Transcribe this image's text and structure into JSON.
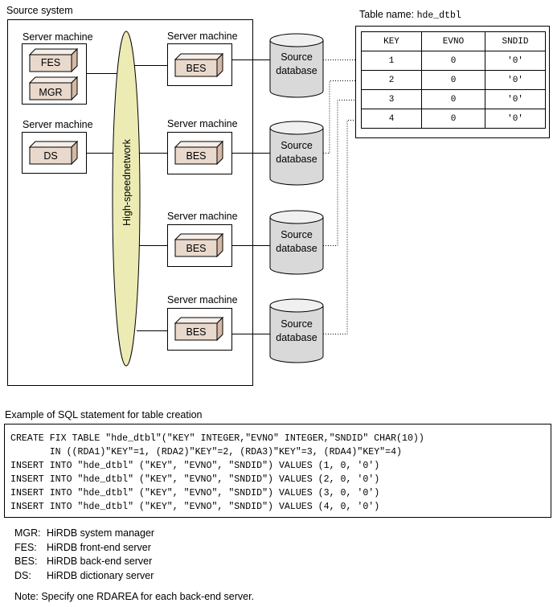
{
  "diagram": {
    "source_system_label": "Source system",
    "network_label": "High-speednetwork",
    "server_machine_label": "Server machine",
    "left_servers": [
      {
        "label": "Server machine",
        "components": [
          "FES",
          "MGR"
        ]
      },
      {
        "label": "Server machine",
        "components": [
          "DS"
        ]
      }
    ],
    "be_servers": [
      {
        "label": "Server machine",
        "component": "BES",
        "db_line1": "Source",
        "db_line2": "database"
      },
      {
        "label": "Server machine",
        "component": "BES",
        "db_line1": "Source",
        "db_line2": "database"
      },
      {
        "label": "Server machine",
        "component": "BES",
        "db_line1": "Source",
        "db_line2": "database"
      },
      {
        "label": "Server machine",
        "component": "BES",
        "db_line1": "Source",
        "db_line2": "database"
      }
    ]
  },
  "table": {
    "title_prefix": "Table name: ",
    "title_name": "hde_dtbl",
    "headers": [
      "KEY",
      "EVNO",
      "SNDID"
    ],
    "rows": [
      [
        "1",
        "0",
        "'0'"
      ],
      [
        "2",
        "0",
        "'0'"
      ],
      [
        "3",
        "0",
        "'0'"
      ],
      [
        "4",
        "0",
        "'0'"
      ]
    ]
  },
  "sql": {
    "heading": "Example of SQL statement for table creation",
    "lines": [
      "CREATE FIX TABLE \"hde_dtbl\"(\"KEY\" INTEGER,\"EVNO\" INTEGER,\"SNDID\" CHAR(10))",
      "       IN ((RDA1)\"KEY\"=1, (RDA2)\"KEY\"=2, (RDA3)\"KEY\"=3, (RDA4)\"KEY\"=4)",
      "INSERT INTO \"hde_dtbl\" (\"KEY\", \"EVNO\", \"SNDID\") VALUES (1, 0, '0')",
      "INSERT INTO \"hde_dtbl\" (\"KEY\", \"EVNO\", \"SNDID\") VALUES (2, 0, '0')",
      "INSERT INTO \"hde_dtbl\" (\"KEY\", \"EVNO\", \"SNDID\") VALUES (3, 0, '0')",
      "INSERT INTO \"hde_dtbl\" (\"KEY\", \"EVNO\", \"SNDID\") VALUES (4, 0, '0')"
    ]
  },
  "legend": [
    {
      "key": "MGR:",
      "text": "HiRDB system manager"
    },
    {
      "key": "FES:",
      "text": "HiRDB front-end server"
    },
    {
      "key": "BES:",
      "text": "HiRDB back-end server"
    },
    {
      "key": "DS:",
      "text": "HiRDB dictionary server"
    }
  ],
  "note": "Note: Specify one RDAREA for each back-end server.",
  "colors": {
    "network_fill": "#ecebb4",
    "block_front": "#e9d9cc",
    "block_top": "#f6eee7",
    "block_side": "#d4b9a6",
    "db_fill": "#d9d9d9",
    "db_top": "#f0f0f0"
  }
}
